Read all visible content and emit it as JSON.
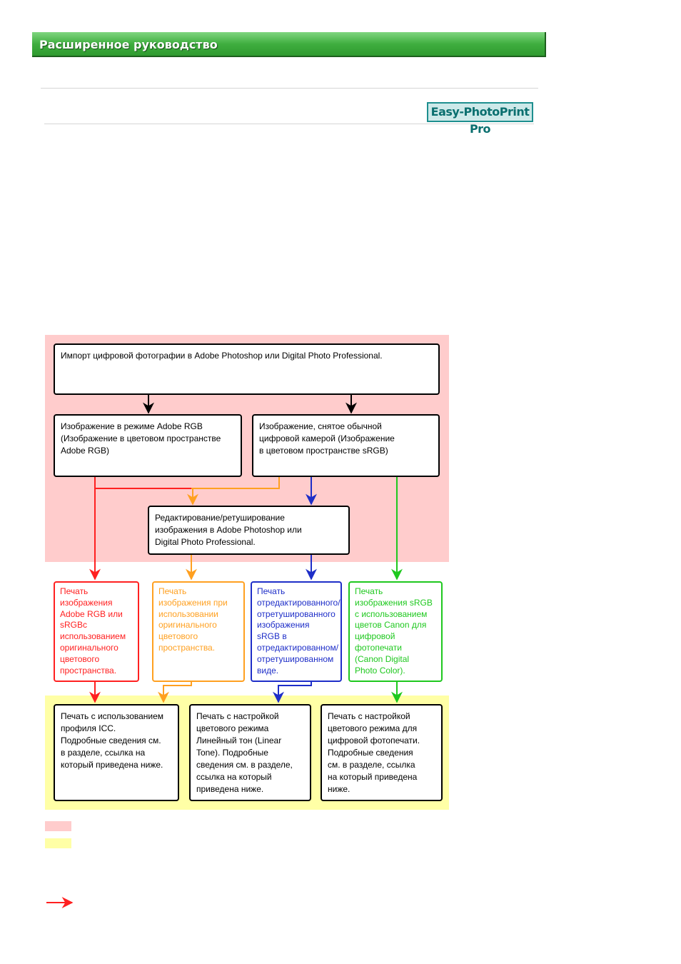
{
  "header": {
    "title": "Расширенное руководство"
  },
  "logo": {
    "text": "Easy-PhotoPrint Pro"
  },
  "colors": {
    "banner": "#3fae3f",
    "zone_pink": "#ffcccc",
    "zone_yellow": "#ffffa6",
    "red": "#ff2020",
    "orange": "#ffa020",
    "blue": "#1e2ec8",
    "green": "#1ec81e"
  },
  "diagram": {
    "import": "Импорт цифровой фотографии в Adobe Photoshop или Digital Photo Professional.",
    "adobe_rgb": "Изображение в режиме Adobe RGB\n(Изображение в цветовом пространстве\nAdobe RGB)",
    "srgb": "Изображение, снятое обычной\nцифровой камерой (Изображение\nв цветовом пространстве sRGB)",
    "edit": "Редактирование/ретуширование\nизображения в Adobe Photoshop или\nDigital Photo Professional.",
    "print_red": "Печать\nизображения\nAdobe RGB или\nsRGBс\nиспользованием\nоригинального\nцветового\nпространства.",
    "print_orange": "Печать\nизображения при\nиспользовании\nоригинального\nцветового\nпространства.",
    "print_blue": "Печать\nотредактированного/\nотретушированного\nизображения\nsRGB в\nотредактированном/\nотретушированном\nвиде.",
    "print_green": "Печать\nизображения sRGB\nс использованием\nцветов Canon для\nцифровой\nфотопечати\n(Canon Digital\nPhoto Color).",
    "method_icc": "Печать с использованием\nпрофиля ICC.\nПодробные сведения см.\nв разделе, ссылка на\nкоторый приведена ниже.",
    "method_linear": "Печать с настройкой\nцветового режима\nЛинейный тон (Linear\nTone). Подробные\nсведения см. в разделе,\nссылка на который\nприведена ниже.",
    "method_digital": "Печать с настройкой\nцветового режима для\nцифровой фотопечати.\nПодробные сведения\nсм. в разделе, ссылка\nна который приведена\nниже."
  },
  "legend": {
    "pink_label": "",
    "yellow_label": ""
  }
}
